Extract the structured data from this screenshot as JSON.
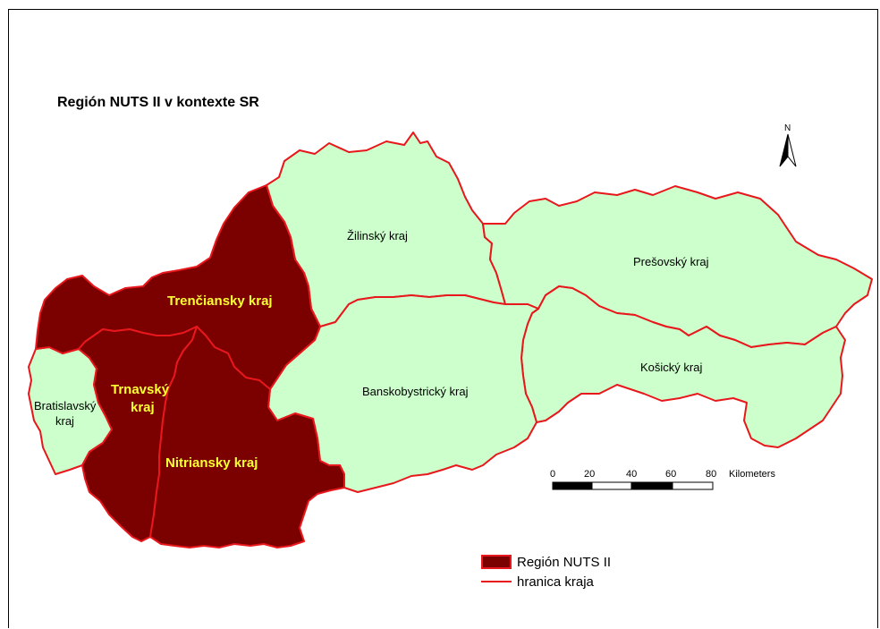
{
  "title": "Región NUTS II v kontexte SR",
  "colors": {
    "nuts_region_fill": "#7b0000",
    "other_region_fill": "#ccffcc",
    "border": "#e8171c",
    "nuts_label": "#ffff33"
  },
  "regions": [
    {
      "id": "zilinsky",
      "label": "Žilinský kraj",
      "nuts": false
    },
    {
      "id": "presovsky",
      "label": "Prešovský kraj",
      "nuts": false
    },
    {
      "id": "kosicky",
      "label": "Košický kraj",
      "nuts": false
    },
    {
      "id": "banskobystricky",
      "label": "Banskobystrický kraj",
      "nuts": false
    },
    {
      "id": "bratislavsky",
      "label_lines": [
        "Bratislavský",
        "kraj"
      ],
      "nuts": false
    },
    {
      "id": "trenciansky",
      "label": "Trenčiansky kraj",
      "nuts": true
    },
    {
      "id": "trnavsky",
      "label_lines": [
        "Trnavský",
        "kraj"
      ],
      "nuts": true
    },
    {
      "id": "nitriansky",
      "label": "Nitriansky kraj",
      "nuts": true
    }
  ],
  "north_arrow": {
    "label": "N",
    "icon": "north-arrow-icon"
  },
  "scale_bar": {
    "ticks": [
      "0",
      "20",
      "40",
      "60",
      "80"
    ],
    "unit": "Kilometers"
  },
  "legend": [
    {
      "label": "Región NUTS II",
      "symbol": "filled-box"
    },
    {
      "label": "hranica kraja",
      "symbol": "line"
    }
  ]
}
